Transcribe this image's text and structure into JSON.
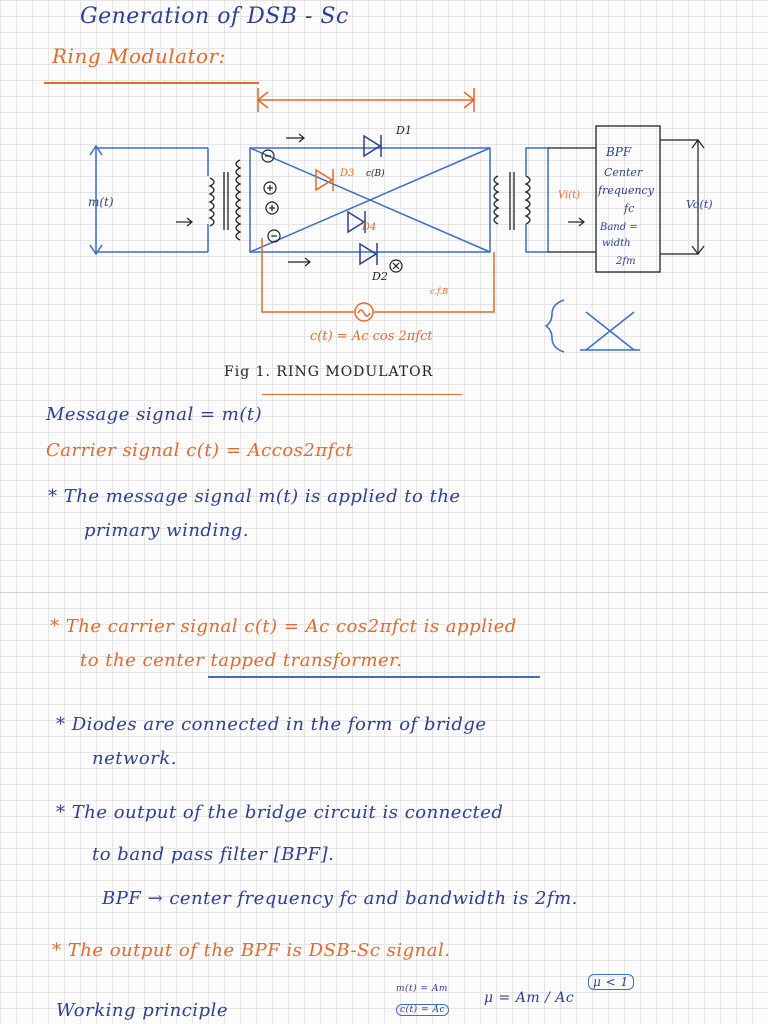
{
  "header": {
    "title": "Generation of DSB - Sc",
    "subtitle": "Ring Modulator:"
  },
  "figure": {
    "caption": "Fig 1. RING MODULATOR",
    "input_label": "m(t)",
    "output_label": "Vo(t)",
    "vi_label": "Vi(t)",
    "bpf": [
      "BPF",
      "Center",
      "frequency",
      "fc",
      "Band =",
      "width",
      "2fm"
    ],
    "carrier_eq": "c(t) = Ac cos 2πfct",
    "diode_labels": [
      "D1",
      "D3",
      "D4",
      "D2"
    ],
    "small_labels": [
      "c(B)",
      "c.f.B"
    ]
  },
  "definitions": {
    "message": "Message signal = m(t)",
    "carrier": "Carrier signal c(t) = Accos2πfct"
  },
  "points": {
    "p1_l1": "* The message signal m(t) is applied to the",
    "p1_l2": "primary winding.",
    "p2_l1": "* The carrier signal c(t) = Ac cos2πfct is applied",
    "p2_l2": "to the center tapped transformer.",
    "p3_l1": "* Diodes are connected in the form of bridge",
    "p3_l2": "network.",
    "p4_l1": "* The output of the bridge circuit is connected",
    "p4_l2": "to band pass filter [BPF].",
    "p4_l3": "BPF → center frequency fc and bandwidth is 2fm.",
    "p5": "* The output of the BPF is DSB-Sc signal."
  },
  "footer": {
    "working": "Working principle",
    "note_a": "m(t) = Am",
    "note_b": "c(t) = Ac",
    "mu": "μ = Am / Ac",
    "mu_cond": "μ < 1"
  },
  "colors": {
    "blue_ink": "#2f3e8f",
    "orange_ink": "#e06a2c",
    "line_blue": "#3a6fc4"
  }
}
